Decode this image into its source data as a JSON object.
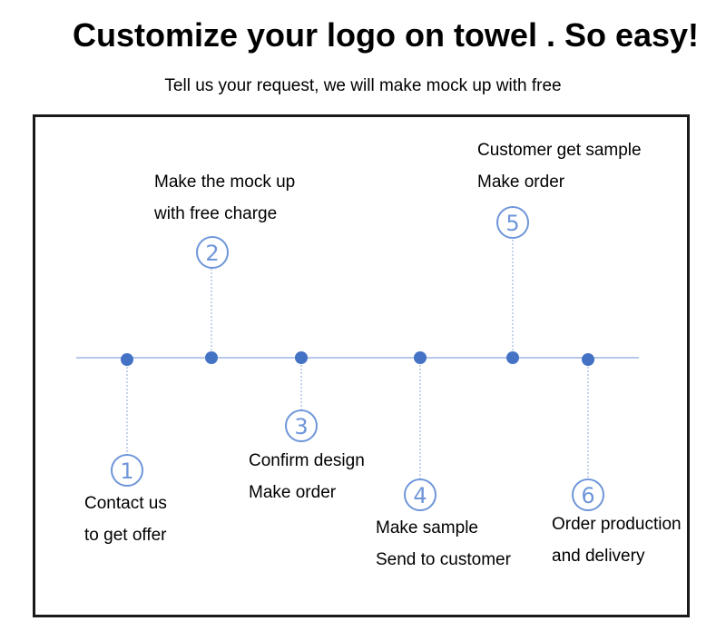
{
  "header": {
    "title": "Customize your logo on towel . So easy!",
    "subtitle": "Tell us your request, we will make mock up with free"
  },
  "colors": {
    "accent": "#4472C4",
    "circle": "#6F96D9",
    "connector": "#9FB6E3",
    "frame": "#1a1a1a"
  },
  "steps": [
    {
      "number": "1",
      "line1": "Contact us",
      "line2": "to get offer"
    },
    {
      "number": "2",
      "line1": "Make the mock up",
      "line2": "with free charge"
    },
    {
      "number": "3",
      "line1": "Confirm design",
      "line2": "Make order"
    },
    {
      "number": "4",
      "line1": "Make sample",
      "line2": "Send to customer"
    },
    {
      "number": "5",
      "line1": "Customer get sample",
      "line2": "Make order"
    },
    {
      "number": "6",
      "line1": "Order production",
      "line2": "and delivery"
    }
  ]
}
